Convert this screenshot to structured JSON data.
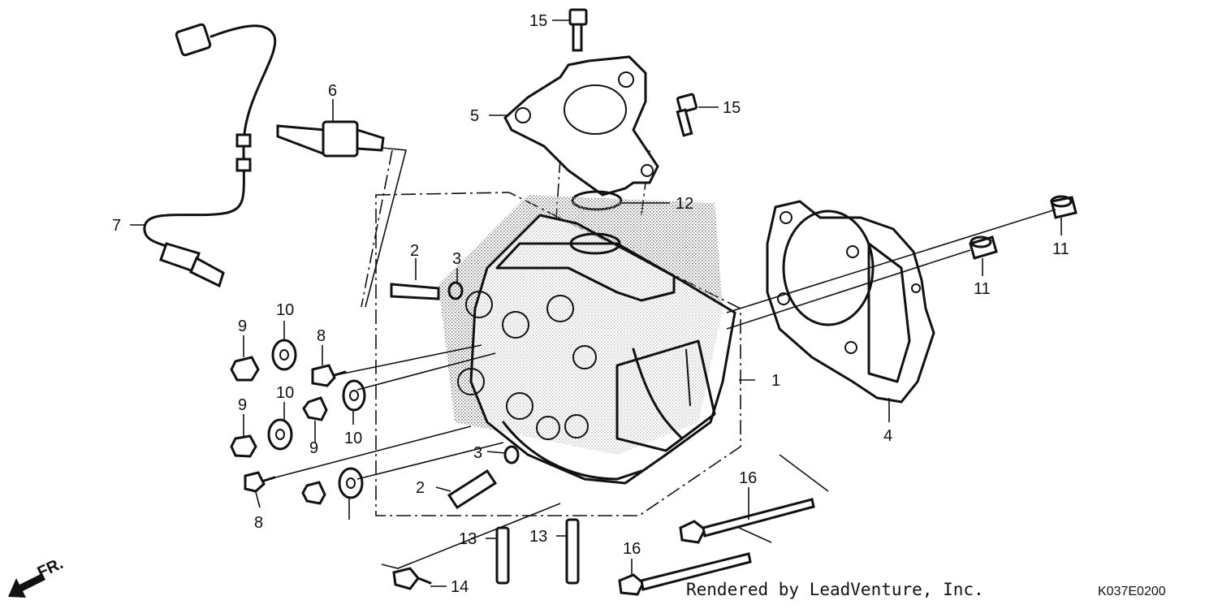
{
  "callouts": [
    "1",
    "2",
    "2",
    "3",
    "3",
    "4",
    "5",
    "6",
    "7",
    "8",
    "8",
    "9",
    "9",
    "9",
    "10",
    "10",
    "10",
    "11",
    "11",
    "12",
    "13",
    "13",
    "14",
    "15",
    "15",
    "16",
    "16"
  ],
  "credit": "Rendered by LeadVenture, Inc.",
  "diagram_code": "K037E0200",
  "direction_label": "FR."
}
